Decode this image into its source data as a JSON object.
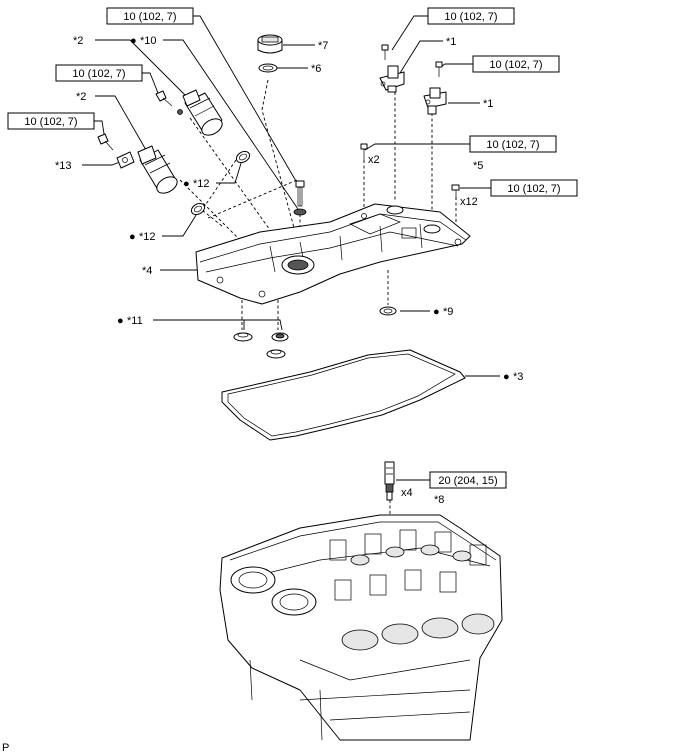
{
  "torque_labels": {
    "t_oil_control_upper": "10 (102, 7)",
    "t_oil_control_lower": "10 (102, 7)",
    "t_bolt_top_center": "10 (102, 7)",
    "t_sensor_bolt_top": "10 (102, 7)",
    "t_sensor_bolt_right": "10 (102, 7)",
    "t_stud_x2": "10 (102, 7)",
    "t_bolt_x12": "10 (102, 7)",
    "t_spark_plug": "20 (204, 15)"
  },
  "callouts": {
    "c_2a": "*2",
    "c_10": "*10",
    "c_7": "*7",
    "c_6": "*6",
    "c_1a": "*1",
    "c_1b": "*1",
    "c_2b": "*2",
    "c_13": "*13",
    "c_5": "*5",
    "c_12a": "*12",
    "c_12b": "*12",
    "c_4": "*4",
    "c_9": "*9",
    "c_11": "*11",
    "c_3": "*3",
    "c_8": "*8"
  },
  "quantities": {
    "q_x2": "x2",
    "q_x12": "x12",
    "q_x4": "x4"
  },
  "bullet_symbol": "●",
  "corner_mark": "P"
}
